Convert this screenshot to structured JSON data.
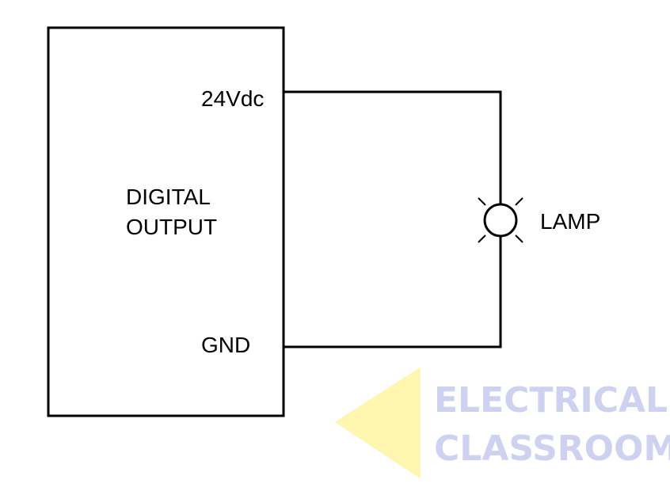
{
  "diagram": {
    "block": {
      "title_line1": "DIGITAL",
      "title_line2": "OUTPUT",
      "terminal_positive": "24Vdc",
      "terminal_ground": "GND"
    },
    "load": {
      "label": "LAMP"
    }
  },
  "watermark": {
    "line1": "ELECTRICAL",
    "line2": "CLASSROOM",
    "text_color": "#cfd1f0",
    "triangle_color": "#fff7b0"
  },
  "colors": {
    "line": "#000000",
    "background": "#ffffff"
  }
}
